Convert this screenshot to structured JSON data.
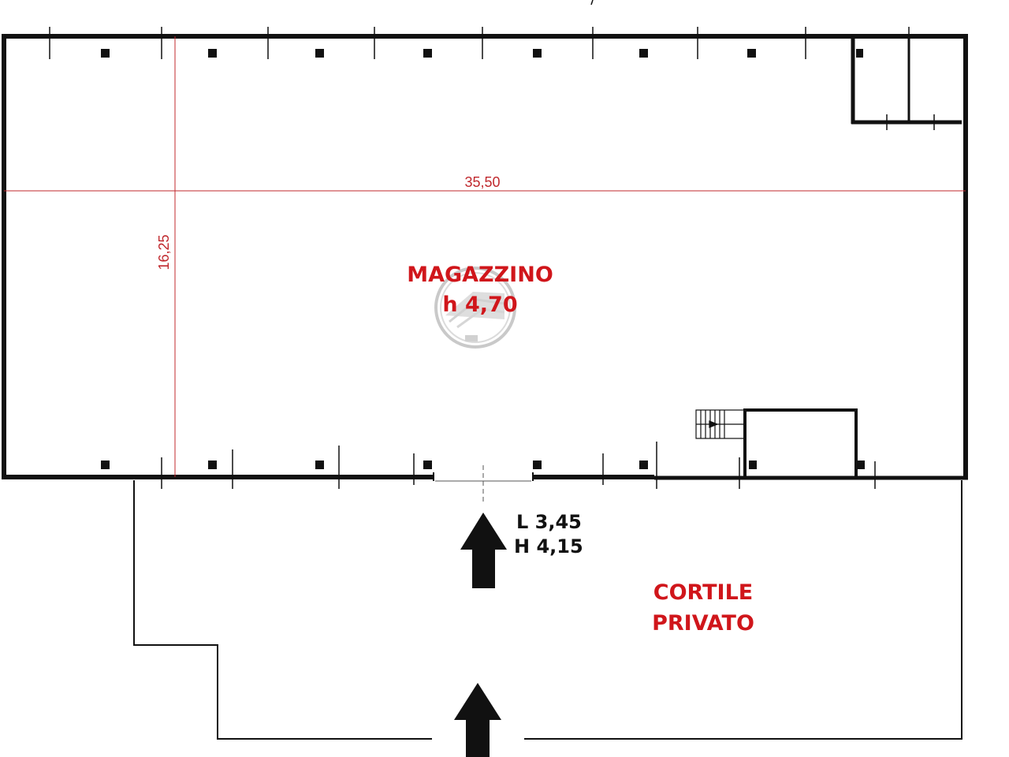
{
  "plan": {
    "room": {
      "name": "MAGAZZINO",
      "height": "h 4,70"
    },
    "dimensions": {
      "width": "35,50",
      "depth": "16,25"
    },
    "entrance": {
      "width_label": "L 3,45",
      "height_label": "H 4,15"
    },
    "courtyard": {
      "line1": "CORTILE",
      "line2": "PRIVATO"
    },
    "colors": {
      "wall": "#111111",
      "label_red": "#d0161b",
      "dimension_line": "#c0282d"
    }
  }
}
